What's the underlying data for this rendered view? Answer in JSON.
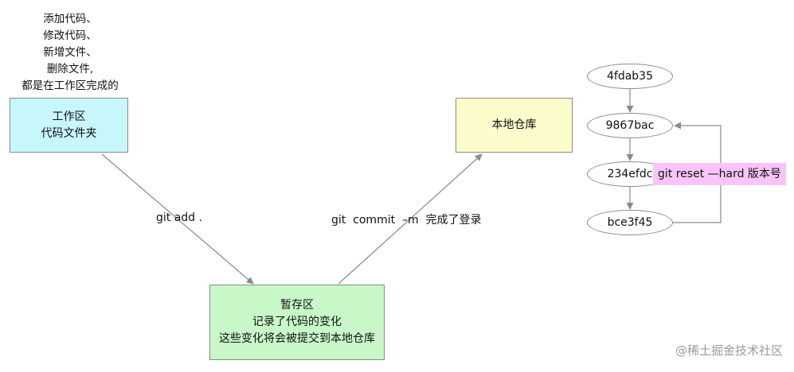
{
  "note": {
    "lines": [
      "添加代码、",
      "修改代码、",
      "新增文件、",
      "删除文件,",
      "都是在工作区完成的"
    ]
  },
  "workspace": {
    "line1": "工作区",
    "line2": "代码文件夹"
  },
  "local_repo": {
    "label": "本地仓库"
  },
  "staging": {
    "line1": "暂存区",
    "line2": "记录了代码的变化",
    "line3": "这些变化将会被提交到本地仓库"
  },
  "edges": {
    "add_label": "git add .",
    "commit_label": "git  commit  –m  完成了登录"
  },
  "commits": [
    "4fdab35",
    "9867bac",
    "234efdc",
    "bce3f45"
  ],
  "reset": {
    "label": "git reset —hard 版本号",
    "color": "#f9c4f9"
  },
  "watermark": "@稀土掘金技术社区",
  "colors": {
    "workspace": "#c8f7fb",
    "local_repo": "#fbfbcc",
    "staging": "#c8f8c8",
    "arrow": "#8a8a8a"
  }
}
